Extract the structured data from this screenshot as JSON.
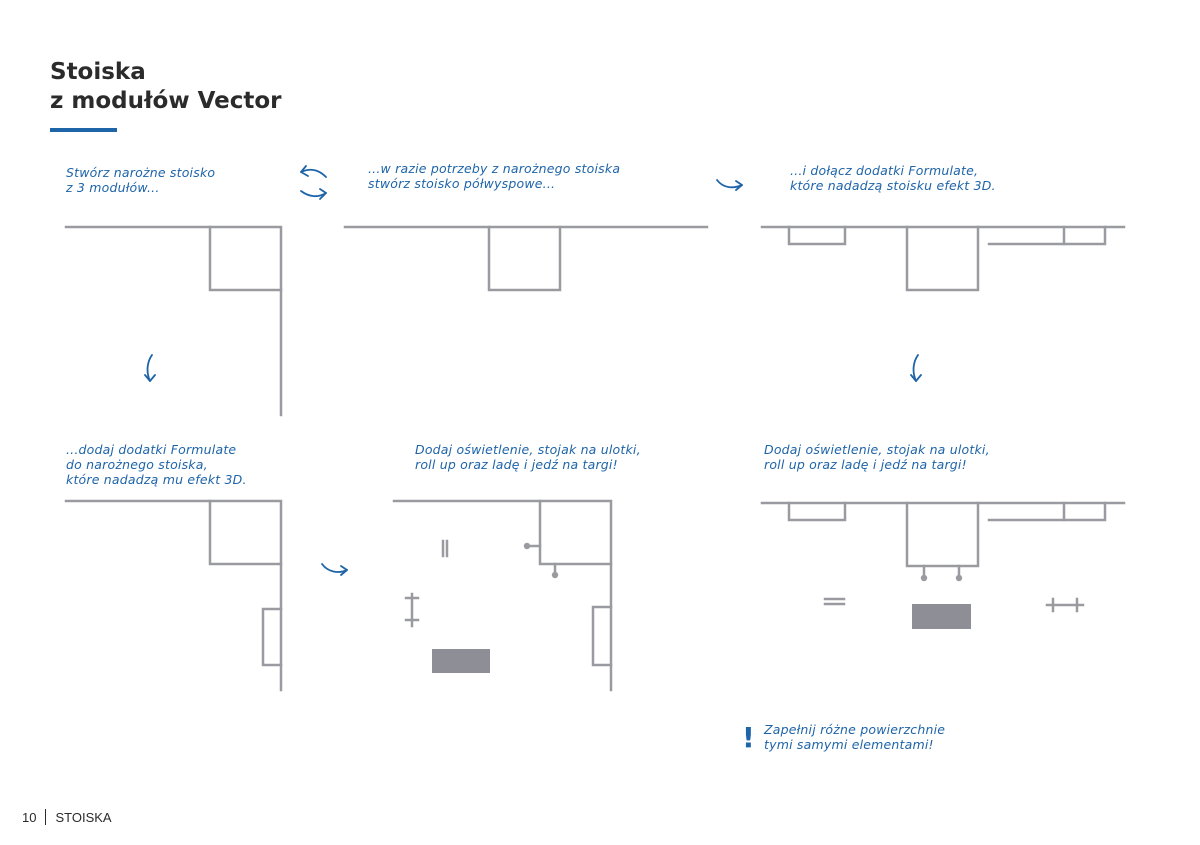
{
  "header": {
    "title_line1": "Stoiska",
    "title_line2": "z modułów Vector"
  },
  "steps": {
    "step1": [
      "Stwórz narożne stoisko",
      "z 3 modułów..."
    ],
    "step2": [
      "...w razie potrzeby z narożnego stoiska",
      "stwórz stoisko półwyspowe..."
    ],
    "step3": [
      "...i dołącz dodatki Formulate,",
      "które nadadzą stoisku efekt 3D."
    ],
    "step4": [
      "...dodaj dodatki Formulate",
      "do narożnego stoiska,",
      "które nadadzą mu efekt 3D."
    ],
    "step5": [
      "Dodaj oświetlenie, stojak na ulotki,",
      "roll up oraz ladę i jedź na targi!"
    ],
    "step6": [
      "Dodaj oświetlenie, stojak na ulotki,",
      "roll up oraz ladę i jedź na targi!"
    ]
  },
  "tip": {
    "mark": "!",
    "lines": [
      "Zapełnij różne powierzchnie",
      "tymi samymi elementami!"
    ]
  },
  "footer": {
    "page_number": "10",
    "section": "STOISKA"
  },
  "colors": {
    "accent": "#1e64a8",
    "wall": "#9a9ba0",
    "counter": "#8e8f96",
    "text": "#2b2b2b"
  },
  "icons": [
    "swap-arrows-icon",
    "right-arrow-icon",
    "down-arrow-icon"
  ]
}
